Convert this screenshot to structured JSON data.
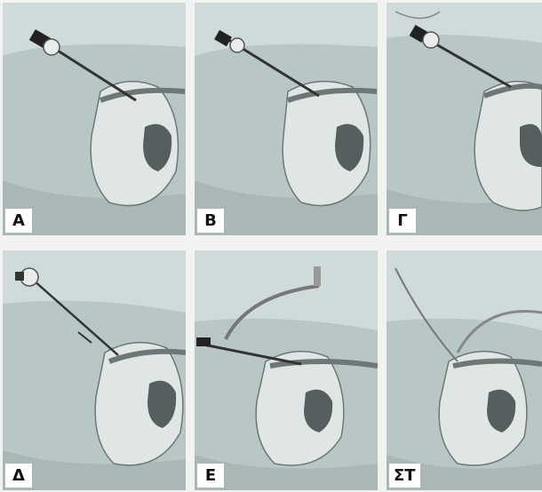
{
  "panels": [
    {
      "label": "A",
      "illustration": "trocar-puncture-illustration"
    },
    {
      "label": "B",
      "illustration": "trocar-puncture-illustration"
    },
    {
      "label": "Γ",
      "illustration": "trocar-puncture-illustration"
    },
    {
      "label": "Δ",
      "illustration": "guidewire-insertion-illustration"
    },
    {
      "label": "Ε",
      "illustration": "catheter-insertion-illustration"
    },
    {
      "label": "ΣΤ",
      "illustration": "catheter-placement-illustration"
    }
  ]
}
